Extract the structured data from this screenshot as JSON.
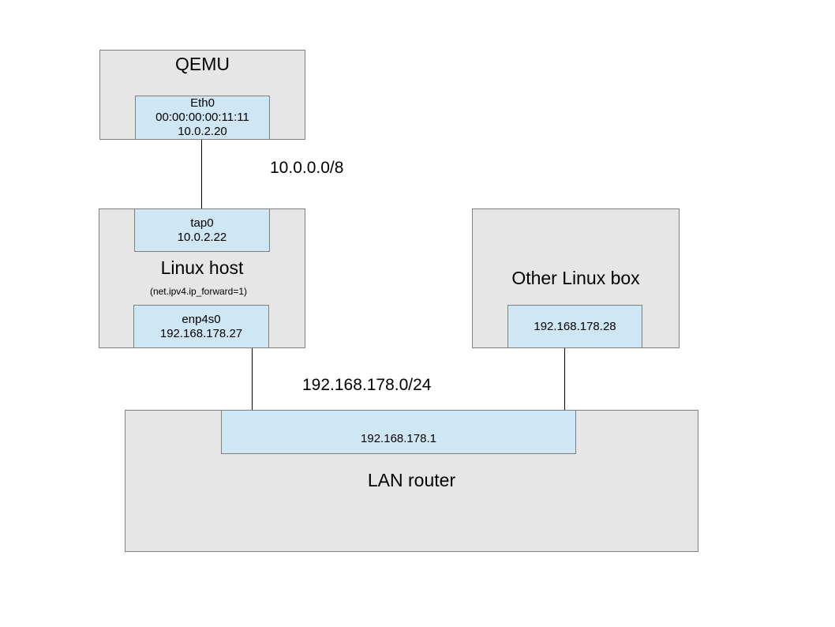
{
  "colors": {
    "box_fill": "#e6e6e6",
    "interface_fill": "#cfe7f5",
    "border": "#808080",
    "link": "#000000"
  },
  "qemu": {
    "title": "QEMU",
    "eth0": {
      "name": "Eth0",
      "mac": "00:00:00:00:11:11",
      "ip": "10.0.2.20"
    }
  },
  "networks": {
    "tap_network": "10.0.0.0/8",
    "lan_network": "192.168.178.0/24"
  },
  "linux_host": {
    "title": "Linux host",
    "note": "(net.ipv4.ip_forward=1)",
    "tap0": {
      "name": "tap0",
      "ip": "10.0.2.22"
    },
    "enp4s0": {
      "name": "enp4s0",
      "ip": "192.168.178.27"
    }
  },
  "other_linux_box": {
    "title": "Other Linux box",
    "iface": {
      "ip": "192.168.178.28"
    }
  },
  "lan_router": {
    "title": "LAN router",
    "iface": {
      "ip": "192.168.178.1"
    }
  }
}
